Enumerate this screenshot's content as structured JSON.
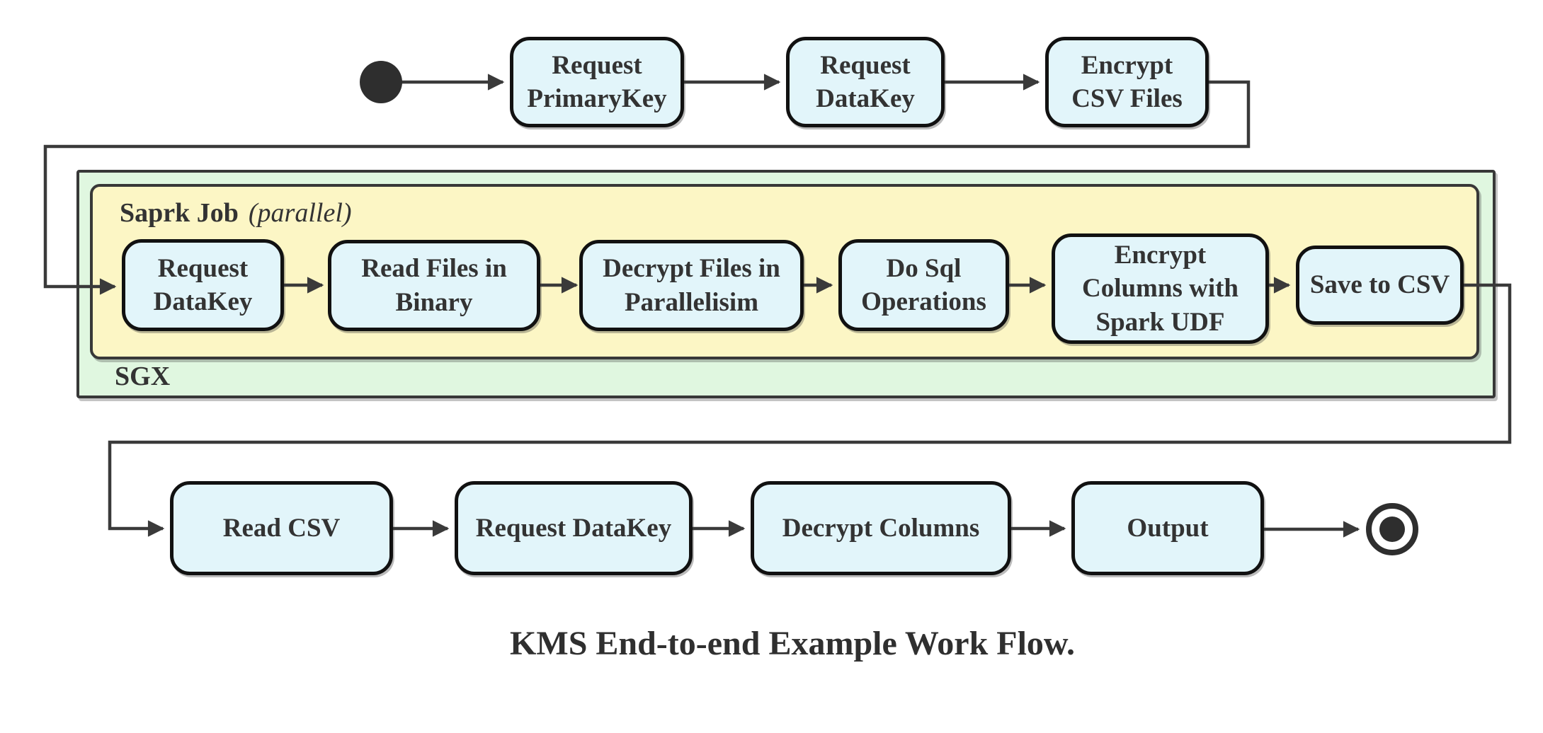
{
  "diagram": {
    "caption": "KMS End-to-end Example Work Flow.",
    "containers": {
      "sgx": {
        "label": "SGX"
      },
      "spark_job": {
        "label": "Saprk Job",
        "label_suffix": "(parallel)"
      }
    },
    "nodes": {
      "top": [
        {
          "id": "request-primarykey",
          "label": [
            "Request",
            "PrimaryKey"
          ]
        },
        {
          "id": "request-datakey",
          "label": [
            "Request",
            "DataKey"
          ]
        },
        {
          "id": "encrypt-csv-files",
          "label": [
            "Encrypt",
            "CSV Files"
          ]
        }
      ],
      "spark": [
        {
          "id": "request-datakey-sgx",
          "label": [
            "Request",
            "DataKey"
          ]
        },
        {
          "id": "read-files-in-binary",
          "label": [
            "Read Files in",
            "Binary"
          ]
        },
        {
          "id": "decrypt-files-in-parallelisim",
          "label": [
            "Decrypt Files in",
            "Parallelisim"
          ]
        },
        {
          "id": "do-sql-operations",
          "label": [
            "Do Sql",
            "Operations"
          ]
        },
        {
          "id": "encrypt-columns-with-spark-udf",
          "label": [
            "Encrypt",
            "Columns with",
            "Spark UDF"
          ]
        },
        {
          "id": "save-to-csv",
          "label": [
            "Save to CSV"
          ]
        }
      ],
      "bottom": [
        {
          "id": "read-csv",
          "label": [
            "Read CSV"
          ]
        },
        {
          "id": "request-datakey-client",
          "label": [
            "Request DataKey"
          ]
        },
        {
          "id": "decrypt-columns",
          "label": [
            "Decrypt Columns"
          ]
        },
        {
          "id": "output",
          "label": [
            "Output"
          ]
        }
      ]
    },
    "colors": {
      "node_fill": "#e2f5fa",
      "node_border": "#111111",
      "sgx_fill": "#e0f7e0",
      "spark_fill": "#fcf6c5",
      "container_border": "#383838",
      "edge": "#3a3a3a",
      "text": "#333333",
      "start_end": "#2e2e2e"
    }
  }
}
